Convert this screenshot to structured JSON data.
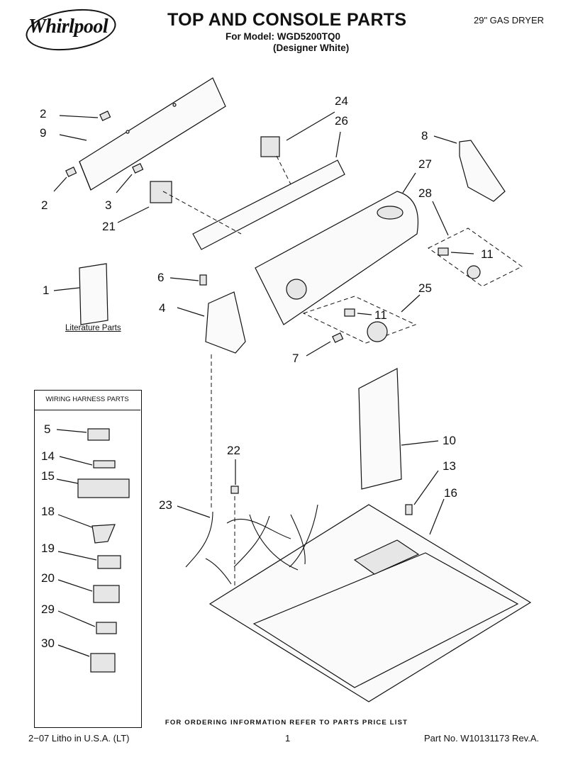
{
  "header": {
    "brand": "Whirlpool",
    "title": "TOP AND CONSOLE PARTS",
    "subtitle": "For Model: WGD5200TQ0",
    "variant": "(Designer White)",
    "category": "29\" GAS DRYER"
  },
  "callouts": [
    "2",
    "9",
    "2",
    "3",
    "21",
    "24",
    "26",
    "8",
    "27",
    "28",
    "11",
    "6",
    "1",
    "4",
    "25",
    "11",
    "7",
    "10",
    "22",
    "13",
    "16",
    "23",
    "5",
    "14",
    "15",
    "18",
    "19",
    "20",
    "29",
    "30"
  ],
  "literature_label": "Literature Parts",
  "wiring_box": {
    "heading": "WIRING HARNESS PARTS"
  },
  "footer": {
    "note": "FOR ORDERING INFORMATION REFER TO PARTS PRICE LIST",
    "litho": "2−07 Litho in U.S.A. (LT)",
    "page": "1",
    "part_no": "Part No. W10131173 Rev.A."
  },
  "colors": {
    "ink": "#111111",
    "paper": "#ffffff",
    "fill": "#fafafa"
  }
}
